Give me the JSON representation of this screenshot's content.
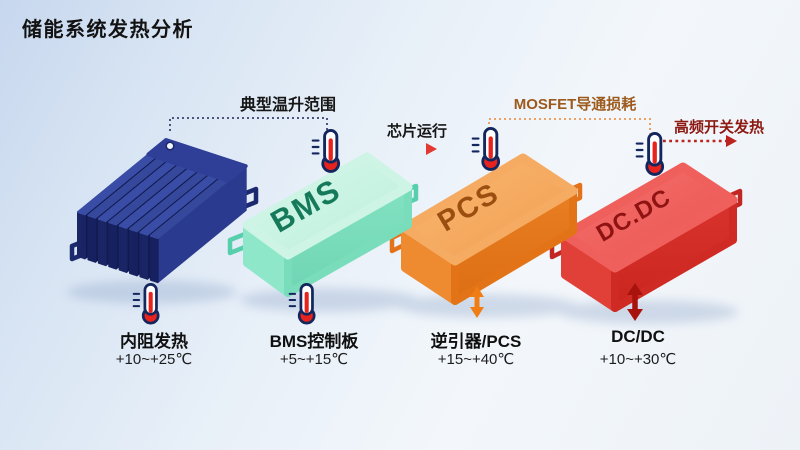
{
  "title": "储能系统发热分析",
  "annotations": {
    "typical_range": "典型温升范围",
    "chip_running": "芯片运行",
    "mosfet_loss": "MOSFET导通损耗",
    "hf_switching": "高频开关发热"
  },
  "components": [
    {
      "block_label": "",
      "name": "内阻发热",
      "temp_rise": "+10~+25℃"
    },
    {
      "block_label": "BMS",
      "name": "BMS控制板",
      "temp_rise": "+5~+15℃"
    },
    {
      "block_label": "PCS",
      "name": "逆引器/PCS",
      "temp_rise": "+15~+40℃"
    },
    {
      "block_label": "DC.DC",
      "name": "DC/DC",
      "temp_rise": "+10~+30℃"
    }
  ],
  "icons": {
    "thermometer": "thermometer-icon",
    "chip_running_arrow": "right-arrow-icon",
    "hf_switching_arrow": "dashed-right-arrow-icon",
    "pcs_heat_arrow": "double-vertical-arrow-icon",
    "dcdc_heat_arrow": "double-vertical-arrow-icon"
  },
  "colors": {
    "battery_navy": "#1b2565",
    "bms_mint": "#7fe0c0",
    "pcs_orange": "#ee8a30",
    "dcdc_red": "#e04038",
    "annotation_orange": "#9d5a1d",
    "annotation_dark_red": "#8c1a12",
    "thermometer_red": "#e8231d",
    "thermometer_outline": "#14265e"
  }
}
